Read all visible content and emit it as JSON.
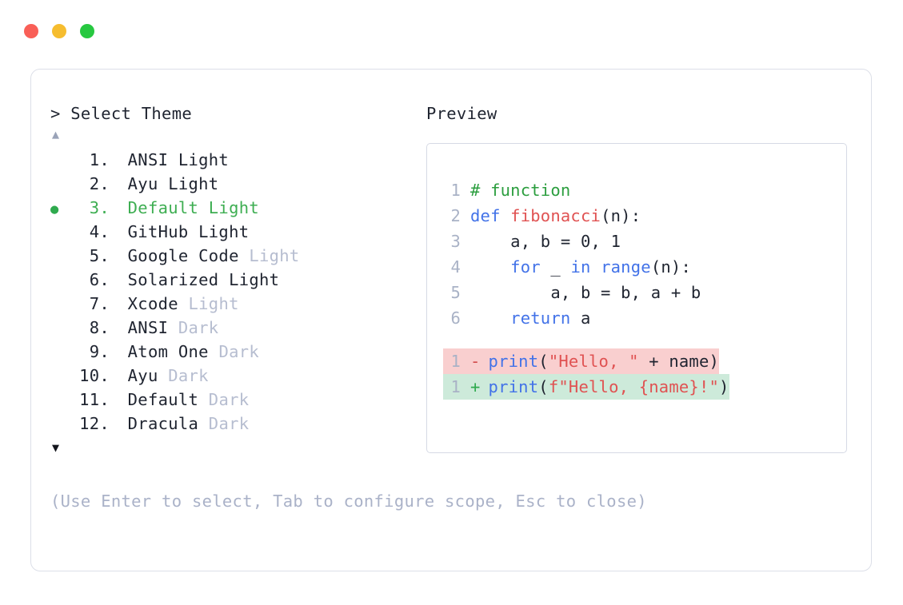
{
  "window": {
    "dots": [
      {
        "name": "close",
        "color": "#f95f57"
      },
      {
        "name": "minimize",
        "color": "#f6bd2f"
      },
      {
        "name": "maximize",
        "color": "#27c840"
      }
    ]
  },
  "selector": {
    "title": "> Select Theme",
    "scroll_up": "▲",
    "scroll_down": "▼",
    "selected_index": 3,
    "bullet": "●",
    "items": [
      {
        "num": " 1.",
        "name": "ANSI Light",
        "suffix": "",
        "suffix_muted": false,
        "selected": false
      },
      {
        "num": " 2.",
        "name": "Ayu Light",
        "suffix": "",
        "suffix_muted": false,
        "selected": false
      },
      {
        "num": " 3.",
        "name": "Default Light",
        "suffix": "",
        "suffix_muted": false,
        "selected": true
      },
      {
        "num": " 4.",
        "name": "GitHub Light",
        "suffix": "",
        "suffix_muted": false,
        "selected": false
      },
      {
        "num": " 5.",
        "name": "Google Code",
        "suffix": "Light",
        "suffix_muted": true,
        "selected": false
      },
      {
        "num": " 6.",
        "name": "Solarized Light",
        "suffix": "",
        "suffix_muted": false,
        "selected": false
      },
      {
        "num": " 7.",
        "name": "Xcode",
        "suffix": "Light",
        "suffix_muted": true,
        "selected": false
      },
      {
        "num": " 8.",
        "name": "ANSI",
        "suffix": "Dark",
        "suffix_muted": true,
        "selected": false
      },
      {
        "num": " 9.",
        "name": "Atom One",
        "suffix": "Dark",
        "suffix_muted": true,
        "selected": false
      },
      {
        "num": "10.",
        "name": "Ayu",
        "suffix": "Dark",
        "suffix_muted": true,
        "selected": false
      },
      {
        "num": "11.",
        "name": "Default",
        "suffix": "Dark",
        "suffix_muted": true,
        "selected": false
      },
      {
        "num": "12.",
        "name": "Dracula",
        "suffix": "Dark",
        "suffix_muted": true,
        "selected": false
      }
    ],
    "hint": "(Use Enter to select, Tab to configure scope, Esc to close)"
  },
  "preview": {
    "title": "Preview",
    "code_lines": [
      {
        "ln": "1",
        "tokens": [
          {
            "t": "# function",
            "c": "comment"
          }
        ]
      },
      {
        "ln": "2",
        "tokens": [
          {
            "t": "def ",
            "c": "kw"
          },
          {
            "t": "fibonacci",
            "c": "fn"
          },
          {
            "t": "(n):",
            "c": "plain"
          }
        ]
      },
      {
        "ln": "3",
        "tokens": [
          {
            "t": "    a, b = ",
            "c": "plain"
          },
          {
            "t": "0",
            "c": "num"
          },
          {
            "t": ", ",
            "c": "plain"
          },
          {
            "t": "1",
            "c": "num"
          }
        ]
      },
      {
        "ln": "4",
        "tokens": [
          {
            "t": "    ",
            "c": "plain"
          },
          {
            "t": "for",
            "c": "kw"
          },
          {
            "t": " _ ",
            "c": "plain"
          },
          {
            "t": "in",
            "c": "kw"
          },
          {
            "t": " ",
            "c": "plain"
          },
          {
            "t": "range",
            "c": "builtin"
          },
          {
            "t": "(n):",
            "c": "plain"
          }
        ]
      },
      {
        "ln": "5",
        "tokens": [
          {
            "t": "        a, b = b, a + b",
            "c": "plain"
          }
        ]
      },
      {
        "ln": "6",
        "tokens": [
          {
            "t": "    ",
            "c": "plain"
          },
          {
            "t": "return",
            "c": "kw"
          },
          {
            "t": " a",
            "c": "plain"
          }
        ]
      }
    ],
    "diff_lines": [
      {
        "ln": "1",
        "kind": "del",
        "sign": "-",
        "tokens": [
          {
            "t": "print",
            "c": "builtin"
          },
          {
            "t": "(",
            "c": "plain"
          },
          {
            "t": "\"Hello, \"",
            "c": "str"
          },
          {
            "t": " + name)",
            "c": "plain"
          }
        ]
      },
      {
        "ln": "1",
        "kind": "add",
        "sign": "+",
        "tokens": [
          {
            "t": "print",
            "c": "builtin"
          },
          {
            "t": "(",
            "c": "plain"
          },
          {
            "t": "f\"Hello, {name}!\"",
            "c": "str"
          },
          {
            "t": ")",
            "c": "plain"
          }
        ]
      }
    ]
  },
  "colors": {
    "accent_selected": "#3eae52",
    "muted_text": "#b6bdd0",
    "hint_text": "#aab2c8",
    "card_border": "#dcdfe8",
    "code_border": "#d6dae5",
    "diff_del_bg": "#f9cfcf",
    "diff_add_bg": "#cdeada",
    "syntax_comment": "#2c9e3f",
    "syntax_keyword": "#4272e8",
    "syntax_function": "#e05252",
    "syntax_string": "#e05252",
    "line_number": "#a9b2c6"
  }
}
